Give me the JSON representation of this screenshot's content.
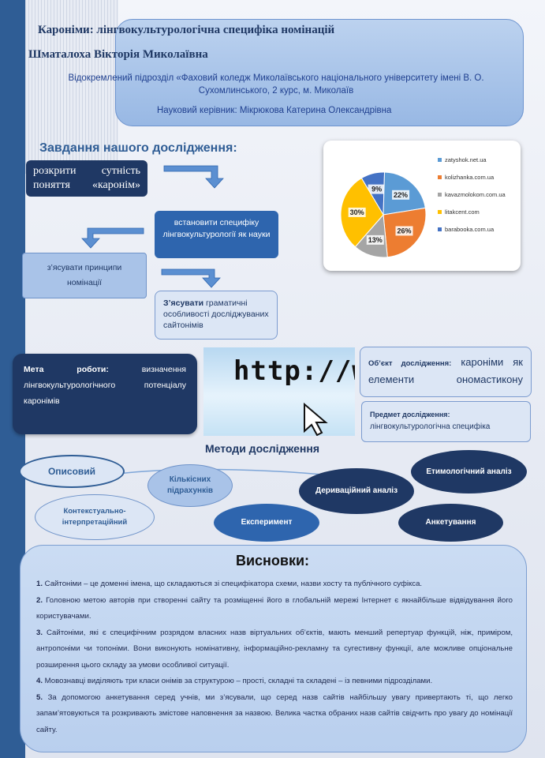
{
  "header": {
    "title": "Кароніми: лінгвокультурологічна специфіка номінацій",
    "author": "Шматалоха Вікторія Миколаївна",
    "affiliation": "Відокремлений підрозділ «Фаховий коледж Миколаївського національного університету імені В. О. Сухомлинського, 2 курс, м. Миколаїв",
    "supervisor": "Науковий керівник: Мікрюкова Катерина Олександрівна"
  },
  "tasks": {
    "heading": "Завдання нашого дослідження:",
    "task1": "розкрити сутність поняття «каронім»",
    "task2": "встановити специфіку лінгвокультурології як науки",
    "task3": "з’ясувати принципи номінації",
    "task4_bold": "З’ясувати",
    "task4_rest": " граматичні особливості досліджуваних сайтонімів"
  },
  "chart_data": {
    "type": "pie",
    "categories": [
      "zatyshok.net.ua",
      "kolizhanka.com.ua",
      "kavazmolokom.com.ua",
      "litakcent.com",
      "barabooka.com.ua"
    ],
    "values": [
      22,
      26,
      13,
      30,
      9
    ],
    "labels": [
      "22%",
      "26%",
      "13%",
      "30%",
      "9%"
    ],
    "colors": [
      "#5b9bd5",
      "#ed7d31",
      "#a5a5a5",
      "#ffc000",
      "#4472c4"
    ]
  },
  "goal": {
    "label": "Мета роботи:",
    "text": " визначення лінгвокультурологічного потенціалу каронімів"
  },
  "http_image": {
    "text": "http://www."
  },
  "object": {
    "label": "Об’єкт дослідження:",
    "text": " кароніми як елементи ономастикону"
  },
  "subject": {
    "label": "Предмет дослідження:",
    "text": "лінгвокультурологічна специфіка"
  },
  "methods": {
    "heading": "Методи дослідження",
    "items": [
      "Описовий",
      "Кількісних підрахунків",
      "Дериваційний аналіз",
      "Етимологічний аналіз",
      "Контекстуально-інтерпретаційний",
      "Експеримент",
      "Анкетування"
    ]
  },
  "conclusions": {
    "heading": "Висновки:",
    "items": [
      {
        "num": "1.",
        "text": " Сайтоніми – це доменні імена, що складаються зі специфікатора схеми, назви хосту та публічного суфікса."
      },
      {
        "num": "2.",
        "text": " Головною метою авторів при створенні сайту та розміщенні його в глобальній мережі Інтернет є якнайбільше відвідування його користувачами."
      },
      {
        "num": "3.",
        "text": " Сайтоніми, які є специфічним розрядом власних назв віртуальних об’єктів, мають менший репертуар функцій, ніж, приміром, антропоніми чи топоніми. Вони виконують номінативну, інформаційно-рекламну та сугестивну функції, але можливе опціональне розширення цього складу за умови особливої ситуації."
      },
      {
        "num": "4.",
        "text": " Мовознавці виділяють три класи онімів за структурою – прості, складні та складені – із певними підрозділами."
      },
      {
        "num": "5.",
        "text": " За допомогою анкетування серед учнів, ми з’ясували, що серед назв сайтів найбільшу увагу привертають ті, що легко запам’ятовуються та розкривають змістове наповнення за назвою. Велика частка обраних назв сайтів свідчить про увагу до номінації сайту."
      }
    ]
  }
}
